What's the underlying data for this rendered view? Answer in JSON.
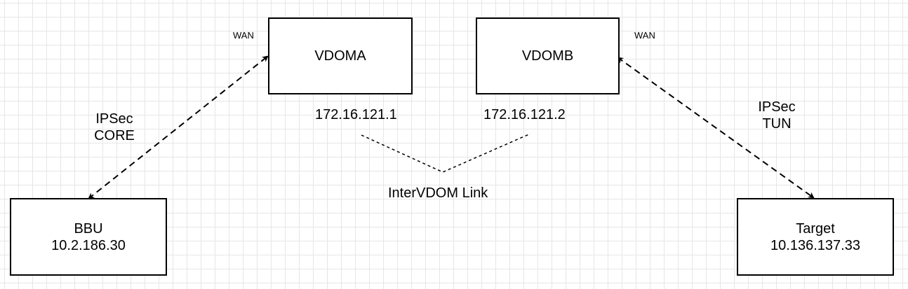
{
  "nodes": {
    "vdoma": {
      "label": "VDOMA",
      "port": "WAN",
      "ip": "172.16.121.1"
    },
    "vdomb": {
      "label": "VDOMB",
      "port": "WAN",
      "ip": "172.16.121.2"
    },
    "bbu": {
      "label": "BBU",
      "ip": "10.2.186.30"
    },
    "target": {
      "label": "Target",
      "ip": "10.136.137.33"
    }
  },
  "edges": {
    "bbu_vdoma": {
      "line1": "IPSec",
      "line2": "CORE"
    },
    "vdomb_target": {
      "line1": "IPSec",
      "line2": "TUN"
    },
    "intervdom": {
      "label": "InterVDOM Link"
    }
  },
  "colors": {
    "line": "#000000",
    "grid": "#e6e6e6",
    "background": "#ffffff"
  }
}
